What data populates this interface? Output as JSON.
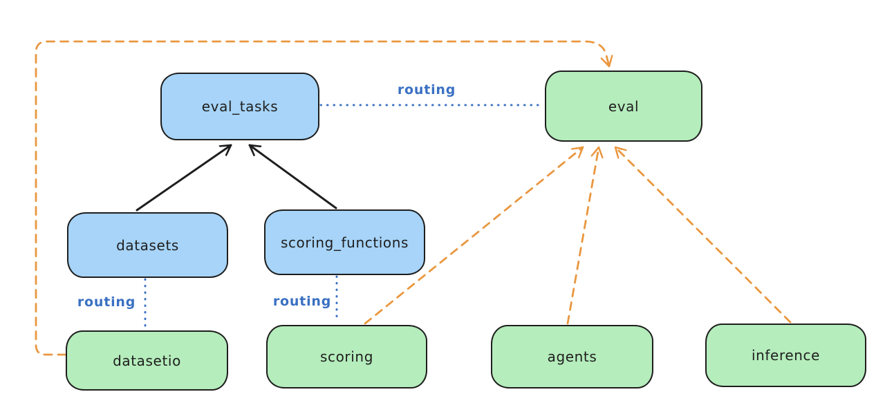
{
  "colors": {
    "blue_fill": "#a7d4f8",
    "green_fill": "#b5edbc",
    "stroke": "#1e1e1e",
    "orange": "#e9973f",
    "blue_line": "#3a70c2",
    "bg": "#ffffff"
  },
  "nodes": {
    "eval_tasks": {
      "label": "eval_tasks",
      "color": "blue"
    },
    "eval": {
      "label": "eval",
      "color": "green"
    },
    "datasets": {
      "label": "datasets",
      "color": "blue"
    },
    "scoring_functions": {
      "label": "scoring_functions",
      "color": "blue"
    },
    "datasetio": {
      "label": "datasetio",
      "color": "green"
    },
    "scoring": {
      "label": "scoring",
      "color": "green"
    },
    "agents": {
      "label": "agents",
      "color": "green"
    },
    "inference": {
      "label": "inference",
      "color": "green"
    }
  },
  "labels": {
    "routing_top": "routing",
    "routing_left": "routing",
    "routing_mid": "routing"
  },
  "edges": [
    {
      "from": "datasets",
      "to": "eval_tasks",
      "style": "solid",
      "color": "black",
      "arrow": true
    },
    {
      "from": "scoring_functions",
      "to": "eval_tasks",
      "style": "solid",
      "color": "black",
      "arrow": true
    },
    {
      "from": "eval_tasks",
      "to": "eval",
      "style": "dotted",
      "color": "blue",
      "label": "routing",
      "arrow": false
    },
    {
      "from": "datasets",
      "to": "datasetio",
      "style": "dotted",
      "color": "blue",
      "label": "routing",
      "arrow": false
    },
    {
      "from": "scoring_functions",
      "to": "scoring",
      "style": "dotted",
      "color": "blue",
      "label": "routing",
      "arrow": false
    },
    {
      "from": "datasetio",
      "to": "eval",
      "style": "dashed",
      "color": "orange",
      "arrow": true,
      "route": "around-left-and-top"
    },
    {
      "from": "scoring",
      "to": "eval",
      "style": "dashed",
      "color": "orange",
      "arrow": true
    },
    {
      "from": "agents",
      "to": "eval",
      "style": "dashed",
      "color": "orange",
      "arrow": true
    },
    {
      "from": "inference",
      "to": "eval",
      "style": "dashed",
      "color": "orange",
      "arrow": true
    }
  ]
}
